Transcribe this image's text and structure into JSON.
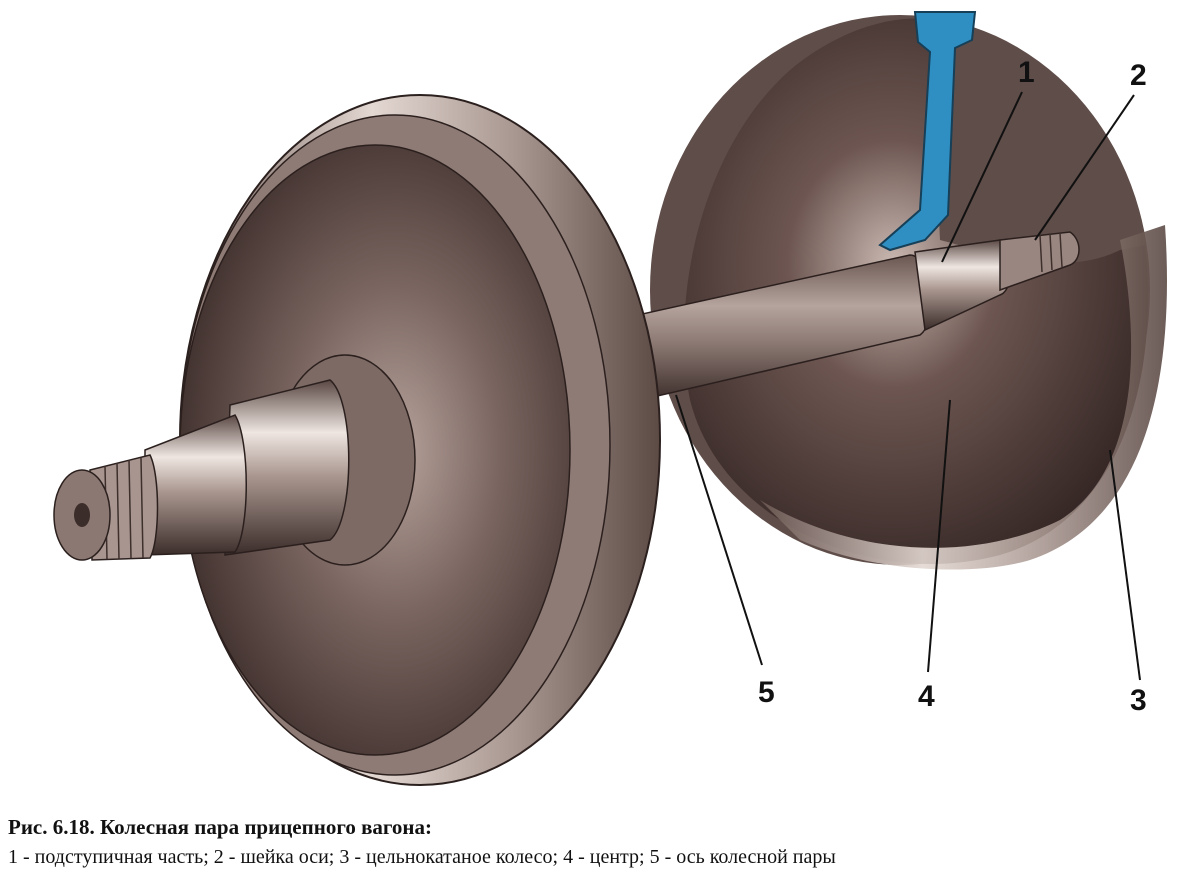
{
  "figure": {
    "callouts": [
      {
        "id": "1",
        "label": "1"
      },
      {
        "id": "2",
        "label": "2"
      },
      {
        "id": "3",
        "label": "3"
      },
      {
        "id": "4",
        "label": "4"
      },
      {
        "id": "5",
        "label": "5"
      }
    ],
    "colors": {
      "metal_dark": "#3a2e2b",
      "metal_mid": "#8a7670",
      "metal_light": "#d8ccc6",
      "rail_blue": "#2f8fc2"
    }
  },
  "caption": {
    "title": "Рис. 6.18. Колесная пара прицепного вагона:",
    "legend": "1 - подступичная часть; 2 - шейка оси; 3 - цельнокатаное колесо; 4 - центр; 5 - ось колесной пары"
  }
}
